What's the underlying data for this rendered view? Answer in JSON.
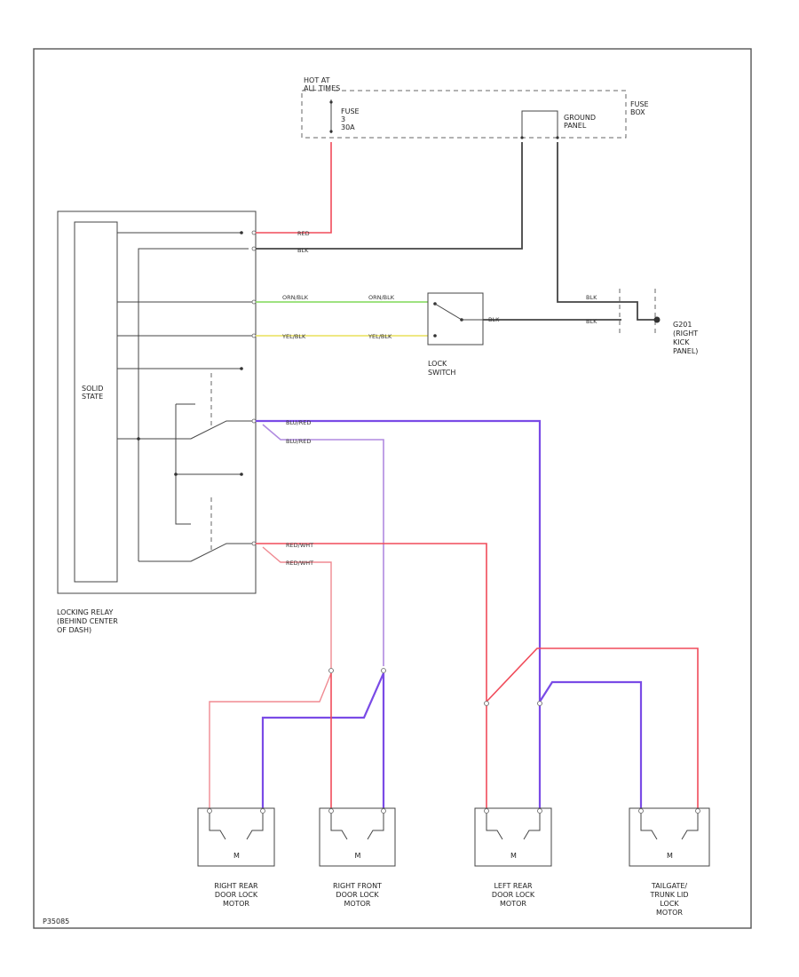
{
  "labels": {
    "hot_at_all_times": "HOT AT\nALL TIMES",
    "fuse": "FUSE\n3\n30A",
    "fuse_box": "FUSE\nBOX",
    "ground_panel": "GROUND\nPANEL",
    "solid_state": "SOLID\nSTATE",
    "lock_switch": "LOCK\nSWITCH",
    "g201": "G201\n(RIGHT\nKICK\nPANEL)",
    "locking_relay": "LOCKING RELAY\n(BEHIND CENTER\nOF DASH)",
    "code": "P35085"
  },
  "wires": {
    "red": "RED",
    "blk": "BLK",
    "orn_blk": "ORN/BLK",
    "yel_blk": "YEL/BLK",
    "blu_red": "BLU/RED",
    "red_wht": "RED/WHT"
  },
  "motors": [
    {
      "label": "RIGHT REAR\nDOOR LOCK\nMOTOR",
      "m": "M"
    },
    {
      "label": "RIGHT FRONT\nDOOR LOCK\nMOTOR",
      "m": "M"
    },
    {
      "label": "LEFT REAR\nDOOR LOCK\nMOTOR",
      "m": "M"
    },
    {
      "label": "TAILGATE/\nTRUNK LID\nLOCK\nMOTOR",
      "m": "M"
    }
  ],
  "colors": {
    "red": "#f04b5a",
    "black": "#444444",
    "purple": "#7a4be6",
    "green": "#7ed957",
    "yellow": "#e8e05a"
  }
}
